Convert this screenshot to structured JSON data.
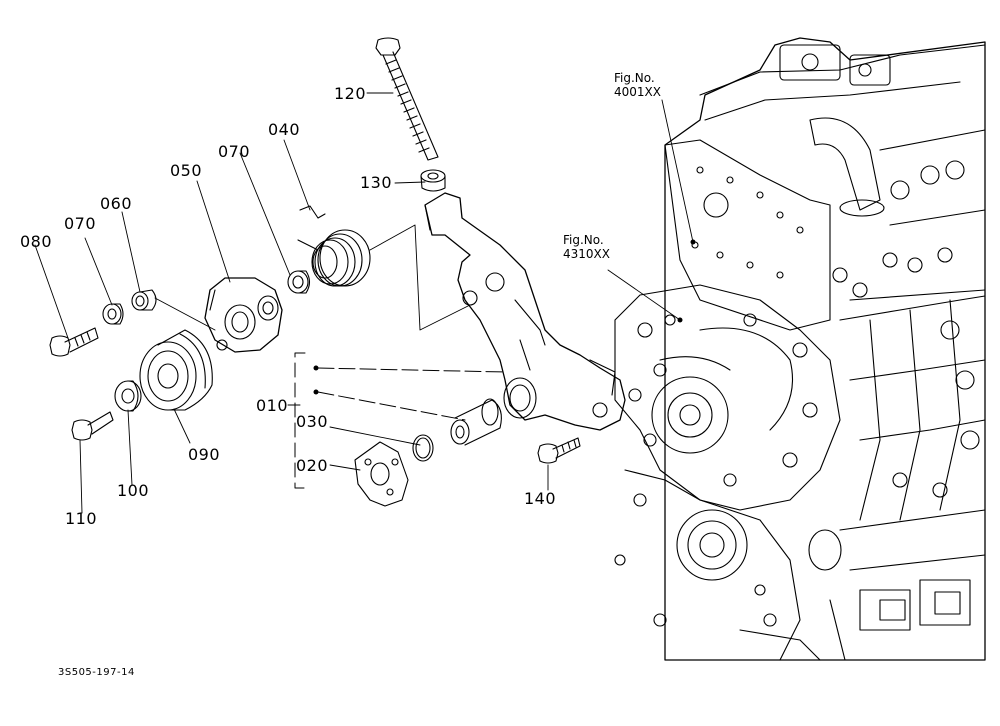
{
  "parts": {
    "p010": "010",
    "p020": "020",
    "p030": "030",
    "p040": "040",
    "p050": "050",
    "p060": "060",
    "p070a": "070",
    "p070b": "070",
    "p080": "080",
    "p090": "090",
    "p100": "100",
    "p110": "110",
    "p120": "120",
    "p130": "130",
    "p140": "140"
  },
  "figure_refs": {
    "ref1_line1": "Fig.No.",
    "ref1_line2": "4001XX",
    "ref2_line1": "Fig.No.",
    "ref2_line2": "4310XX"
  },
  "document_id": "3S505-197-14"
}
